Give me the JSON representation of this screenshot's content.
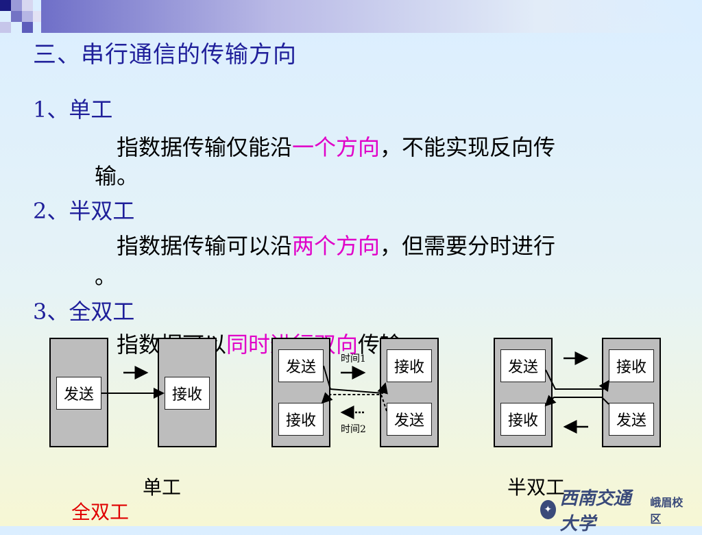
{
  "title": "三、串行通信的传输方向",
  "sections": [
    {
      "heading": "1、单工",
      "line1_pre": "指数据传输仅能沿",
      "line1_hl": "一个方向",
      "line1_post": "，不能实现反向传",
      "line2": "输。"
    },
    {
      "heading": "2、半双工",
      "line1_pre": "指数据传输可以沿",
      "line1_hl": "两个方向",
      "line1_post": "，但需要分时进行",
      "line2": "。"
    },
    {
      "heading": "3、全双工",
      "line1_pre": "指数据可以",
      "line1_hl": "同时进行双向",
      "line1_post": "传输。"
    }
  ],
  "diagrams": {
    "simplex": {
      "send": "发送",
      "recv": "接收"
    },
    "halfduplex": {
      "send_top": "发送",
      "recv_top": "接收",
      "recv_bottom": "接收",
      "send_bottom": "发送",
      "time1": "时间1",
      "time2": "时间2"
    },
    "fullduplex": {
      "send_top": "发送",
      "recv_top": "接收",
      "recv_bottom": "接收",
      "send_bottom": "发送"
    }
  },
  "captions": {
    "simplex": "单工",
    "halfduplex": "半双工",
    "fullduplex": "全双工"
  },
  "logo": {
    "name": "西南交通大学",
    "campus": "峨眉校区"
  },
  "colors": {
    "heading": "#1f1f9a",
    "highlight": "#e000c8",
    "caption_red": "#e00000",
    "panel": "#bdbdbd"
  }
}
